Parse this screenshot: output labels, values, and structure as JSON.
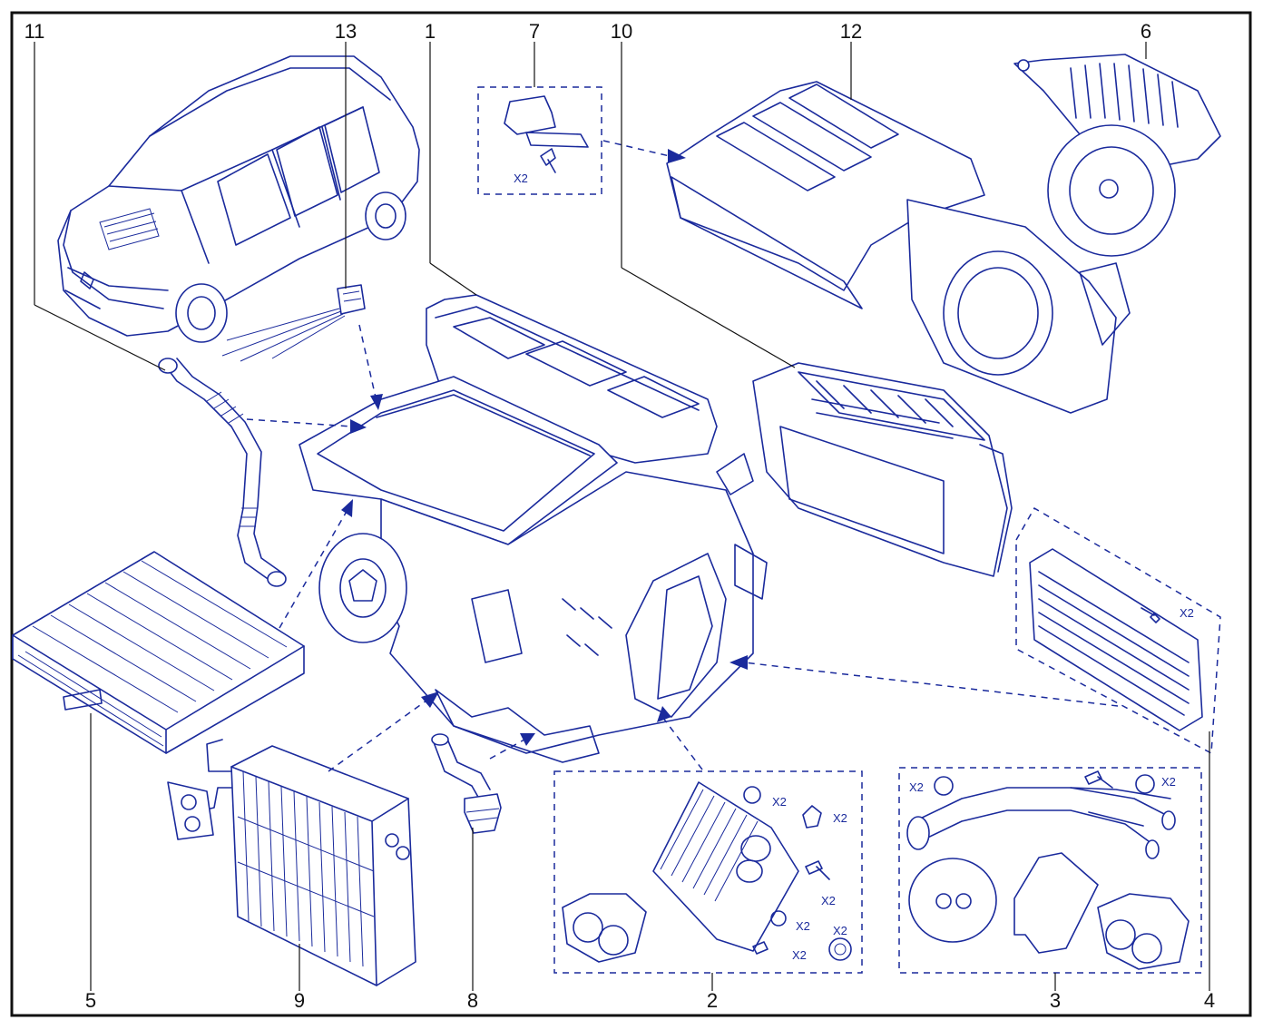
{
  "callouts": {
    "c1": "1",
    "c2": "2",
    "c3": "3",
    "c4": "4",
    "c5": "5",
    "c6": "6",
    "c7": "7",
    "c8": "8",
    "c9": "9",
    "c10": "10",
    "c11": "11",
    "c12": "12",
    "c13": "13"
  },
  "quantities": {
    "q7": "X2",
    "q4": "X2",
    "q2a": "X2",
    "q2b": "X2",
    "q2c": "X2",
    "q2d": "X2",
    "q2e": "X2",
    "q3a": "X2",
    "q3b": "X2"
  },
  "colors": {
    "line": "#1a2a9c",
    "frame": "#111111",
    "background": "#ffffff"
  }
}
